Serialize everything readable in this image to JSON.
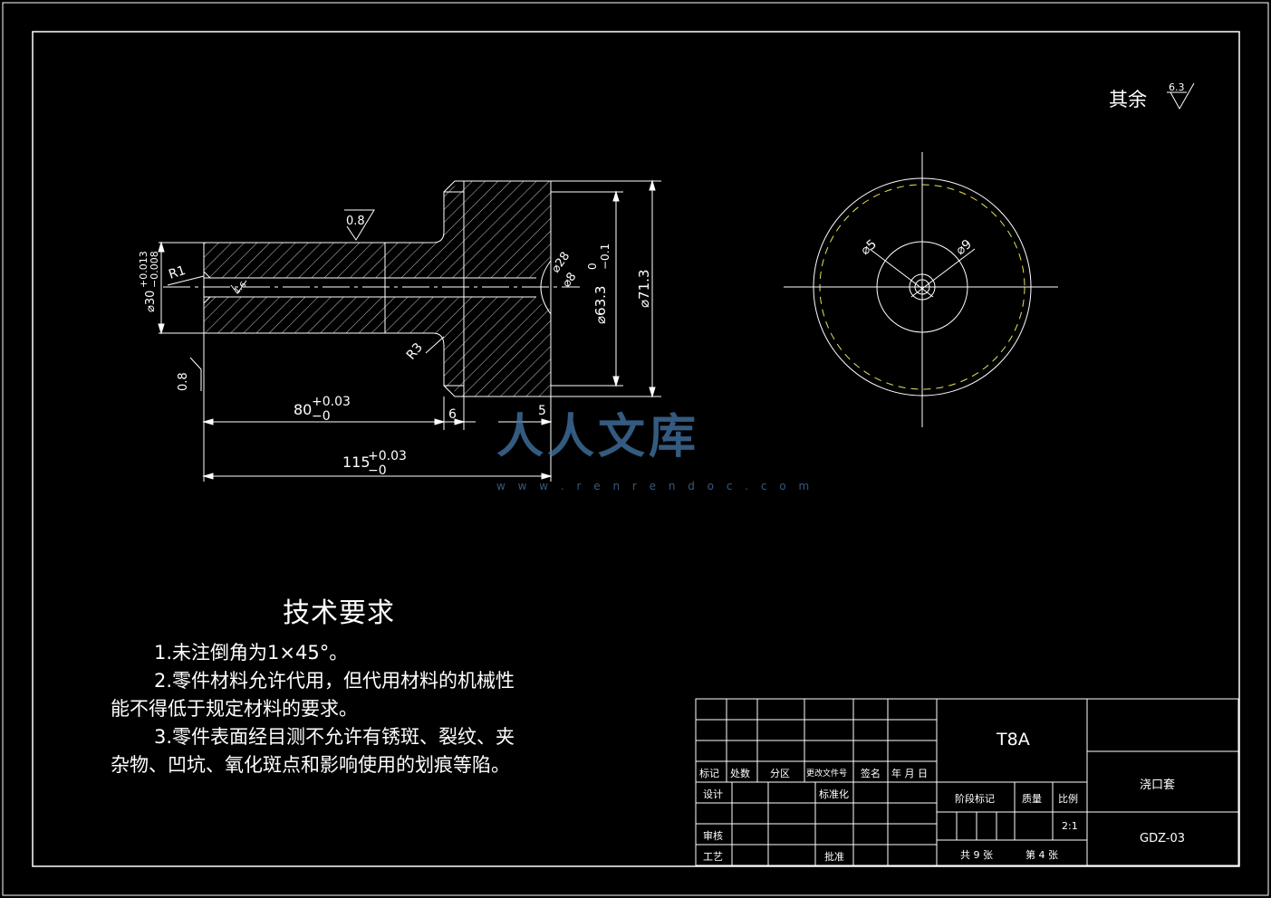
{
  "surface_rest": {
    "label": "其余",
    "value": "6.3"
  },
  "dimensions": {
    "d30": "⌀30",
    "d30_upper": "+0.013",
    "d30_lower": "−0.008",
    "r1": "R1",
    "r3": "R3",
    "d28": "⌀28",
    "d8": "⌀8",
    "d63": "⌀63.3",
    "d63_upper": "0",
    "d63_lower": "−0.1",
    "d71": "⌀71.3",
    "len80": "80",
    "len80_upper": "+0.03",
    "len80_lower": "−0",
    "len115": "115",
    "len115_upper": "+0.03",
    "len115_lower": "−0",
    "len6": "6",
    "len5": "5",
    "rough08": "0.8",
    "rough16": "1.6",
    "d5": "⌀5",
    "d9": "⌀9"
  },
  "tech_requirements": {
    "title": "技术要求",
    "line1": "1.未注倒角为1×45°。",
    "line2a": "2.零件材料允许代用，但代用材料的机械性",
    "line2b": "能不得低于规定材料的要求。",
    "line3a": "3.零件表面经目测不允许有锈斑、裂纹、夹",
    "line3b": "杂物、凹坑、氧化斑点和影响使用的划痕等陷。"
  },
  "title_block": {
    "material": "T8A",
    "part_name": "浇口套",
    "drawing_no": "GDZ-03",
    "mark": "标记",
    "count": "处数",
    "zone": "分区",
    "change_doc": "更改文件号",
    "signature": "签名",
    "date": "年 月 日",
    "design": "设计",
    "standardize": "标准化",
    "review": "审核",
    "process": "工艺",
    "approve": "批准",
    "stage_mark": "阶段标记",
    "weight": "质量",
    "scale_label": "比例",
    "scale": "2:1",
    "total_sheets": "共 9 张",
    "sheet_no": "第 4 张"
  },
  "watermark": {
    "text": "人人文库",
    "url": "w w w . r e n r e n d o c . c o m"
  },
  "colors": {
    "line": "#ffffff",
    "center": "#ffffff",
    "dashed_circle": "#e8e05a",
    "hatch": "#ffffff"
  }
}
